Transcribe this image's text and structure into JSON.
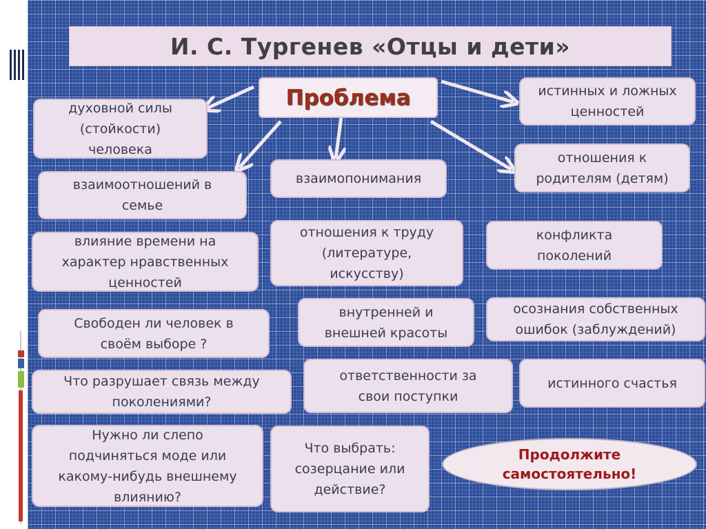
{
  "title": "И. С. Тургенев «Отцы  и  дети»",
  "central": "Проблема",
  "boxes": {
    "spirit": "духовной  силы\n(стойкости)\nчеловека",
    "values": "истинных и ложных\nценностей",
    "family": "взаимоотношений  в\nсемье",
    "understanding": "взаимопонимания",
    "parents": "отношения  к\nродителям  (детям)",
    "time": "влияние времени на\nхарактер нравственных\nценностей",
    "labor": "отношения к  труду\n(литературе,\nискусству)",
    "conflict": "конфликта\nпоколений",
    "free": "Свободен ли человек в\nсвоём выборе ?",
    "beauty": "внутренней    и\nвнешней   красоты",
    "mistakes": "осознания  собственных\nошибок (заблуждений)",
    "destroys": "Что разрушает связь между\nпоколениями?",
    "responsibility": "ответственности  за\nсвои поступки",
    "happiness": "истинного счастья",
    "fashion": "Нужно ли слепо\nподчиняться моде или\nкакому-нибудь внешнему\nвлиянию?",
    "choose": "Что выбрать:\nсозерцание или\nдействие?"
  },
  "continue_text": "Продолжите\nсамостоятельно!",
  "colors": {
    "background": "#2d4f9c",
    "box_fill": "#ece0ed",
    "title_fill": "#eddcea",
    "problem_text": "#9b2e1c",
    "continue_text": "#9e1b1b",
    "arrow": "#f0e8f0"
  }
}
